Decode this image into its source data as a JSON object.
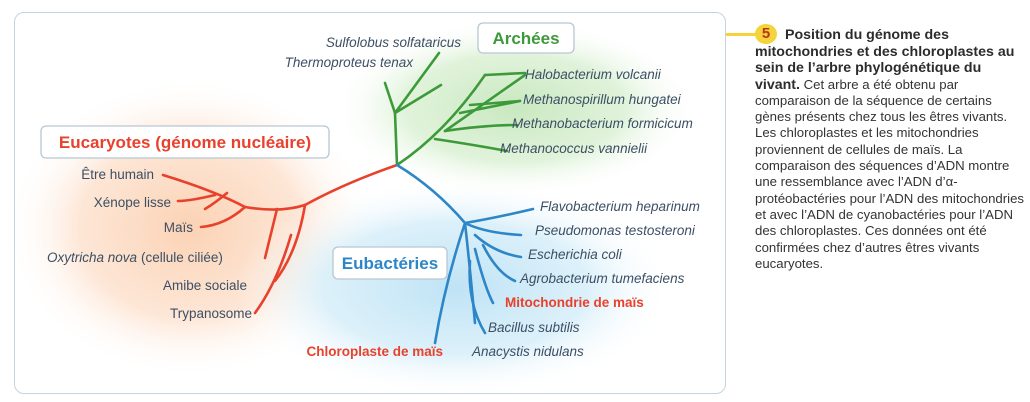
{
  "groups": {
    "archaea": {
      "title": "Archées",
      "color": "#3d9a3a"
    },
    "eukaryotes": {
      "title": "Eucaryotes (génome nucléaire)",
      "color": "#e8412c"
    },
    "bacteria": {
      "title": "Eubactéries",
      "color": "#2d86c8"
    }
  },
  "leaves": {
    "archaea": [
      "Sulfolobus solfataricus",
      "Thermoproteus tenax",
      "Halobacterium volcanii",
      "Methanospirillum hungatei",
      "Methanobacterium formicicum",
      "Methanococcus vannielii"
    ],
    "eukaryotes": [
      "Être humain",
      "Xénope lisse",
      "Maïs",
      "Oxytricha nova",
      "(cellule ciliée)",
      "Amibe sociale",
      "Trypanosome"
    ],
    "bacteria": [
      "Flavobacterium heparinum",
      "Pseudomonas testosteroni",
      "Escherichia coli",
      "Agrobacterium tumefaciens",
      "Mitochondrie de maïs",
      "Bacillus subtilis",
      "Chloroplaste de maïs",
      "Anacystis nidulans"
    ]
  },
  "caption": {
    "number": "5",
    "title": "Position du génome des mitochondries et des chloroplastes au sein de l’arbre phylogénétique du vivant.",
    "body": "Cet arbre a été obtenu par comparaison de la séquence de certains gènes présents chez tous les êtres vivants. Les chloroplastes et les mitochondries proviennent de cellules de maïs. La comparaison des séquences d’ADN montre une ressemblance avec l’ADN d’α-protéobactéries pour l’ADN des mitochondries et avec l’ADN de cyanobactéries pour l’ADN des chloroplastes. Ces données ont été confirmées chez d’autres êtres vivants eucaryotes."
  }
}
